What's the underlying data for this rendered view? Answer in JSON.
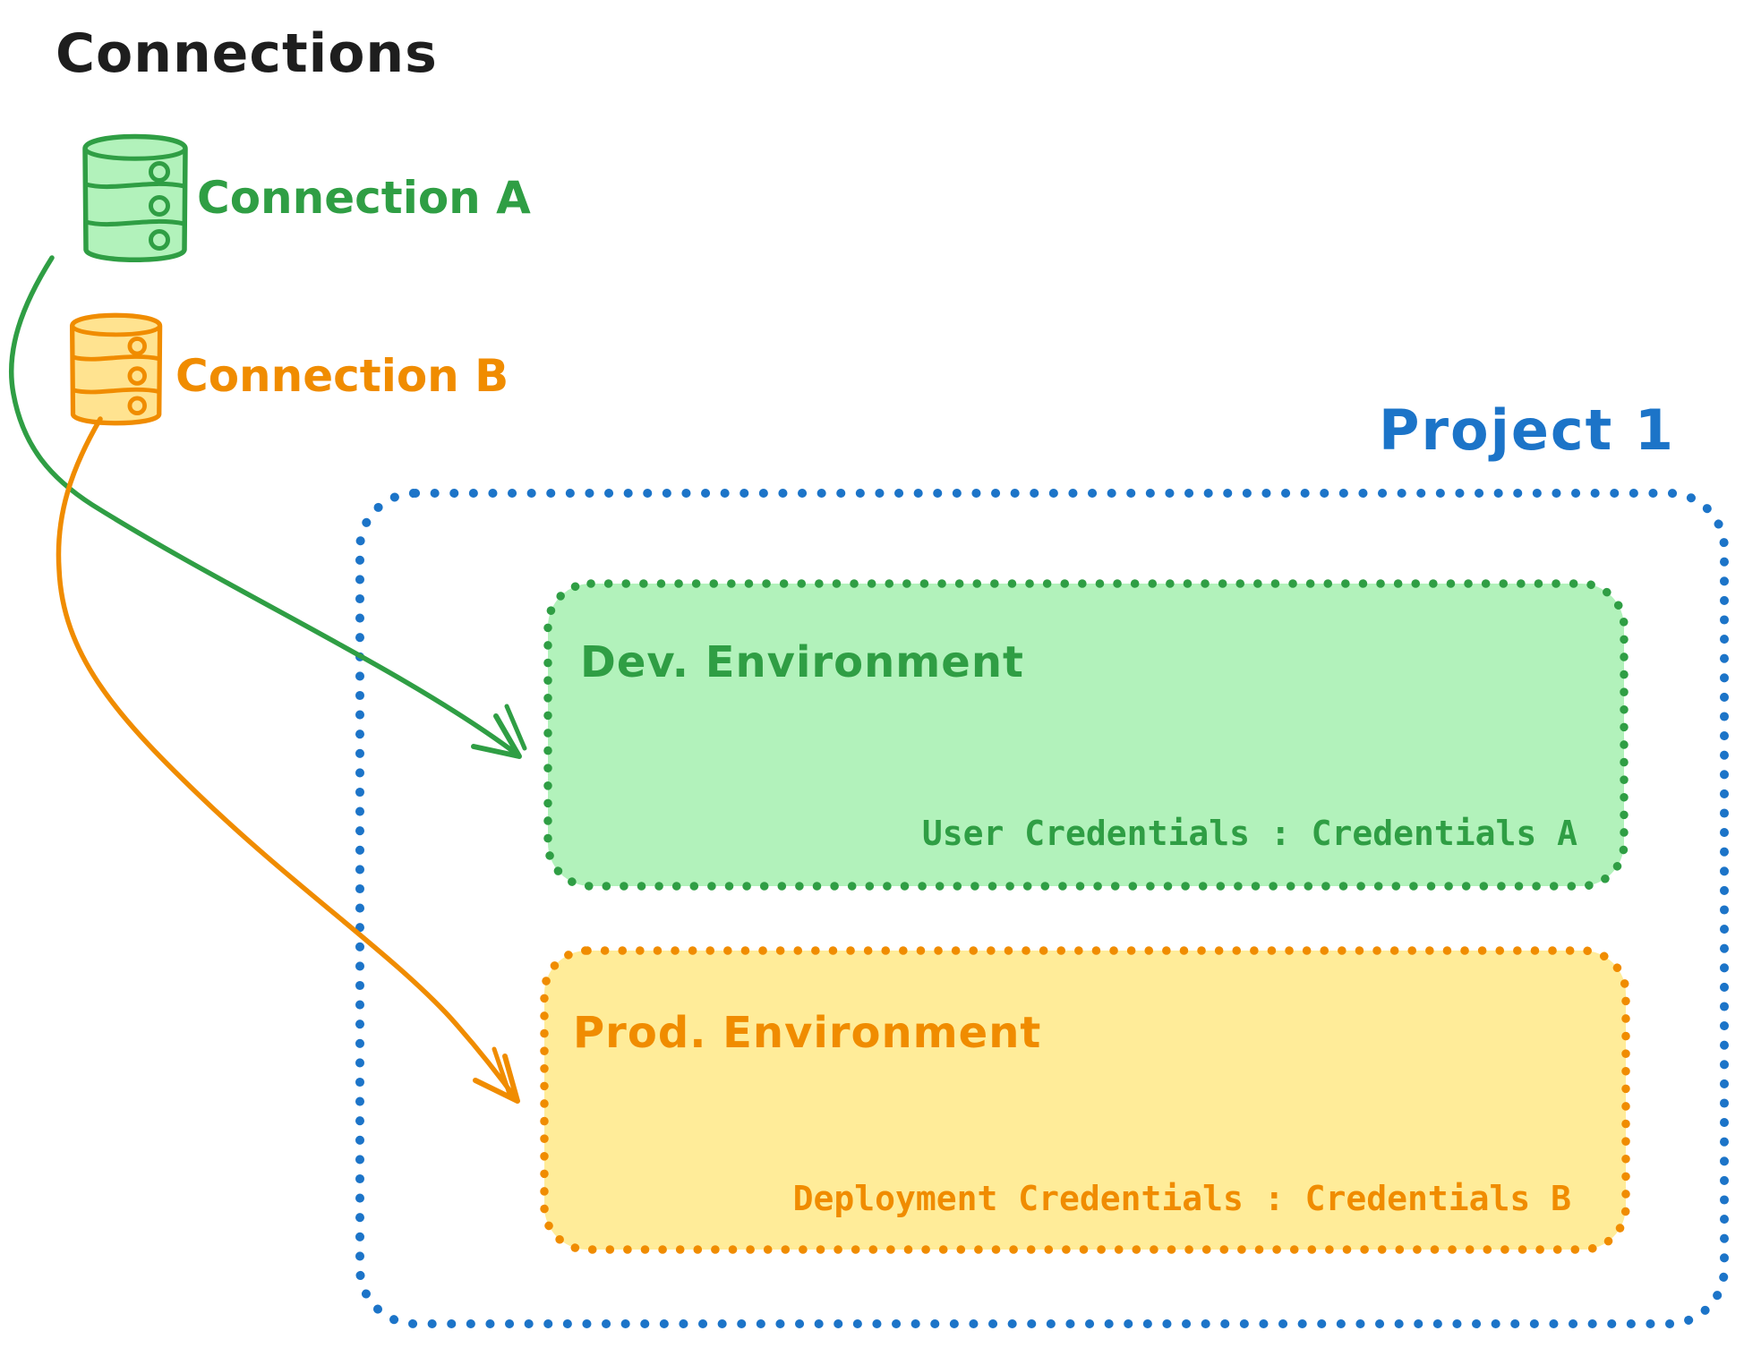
{
  "diagram": {
    "title": "Connections",
    "background": "#ffffff"
  },
  "connections": [
    {
      "label": "Connection A",
      "color": "#2f9e44",
      "fill": "#b2f2bb",
      "icon": "database-icon"
    },
    {
      "label": "Connection B",
      "color": "#f08c00",
      "fill": "#ffe390",
      "icon": "database-icon"
    }
  ],
  "project": {
    "label": "Project 1",
    "border_color": "#1c74c8",
    "environments": [
      {
        "title": "Dev. Environment",
        "credentials": "User Credentials : Credentials A",
        "color": "#2f9e44",
        "fill": "#b2f2bb"
      },
      {
        "title": "Prod. Environment",
        "credentials": "Deployment Credentials : Credentials B",
        "color": "#f08c00",
        "fill": "#ffec99"
      }
    ]
  },
  "arrows": [
    {
      "from": "Connection A",
      "to": "Dev. Environment",
      "color": "#2f9e44"
    },
    {
      "from": "Connection B",
      "to": "Prod. Environment",
      "color": "#f08c00"
    }
  ]
}
